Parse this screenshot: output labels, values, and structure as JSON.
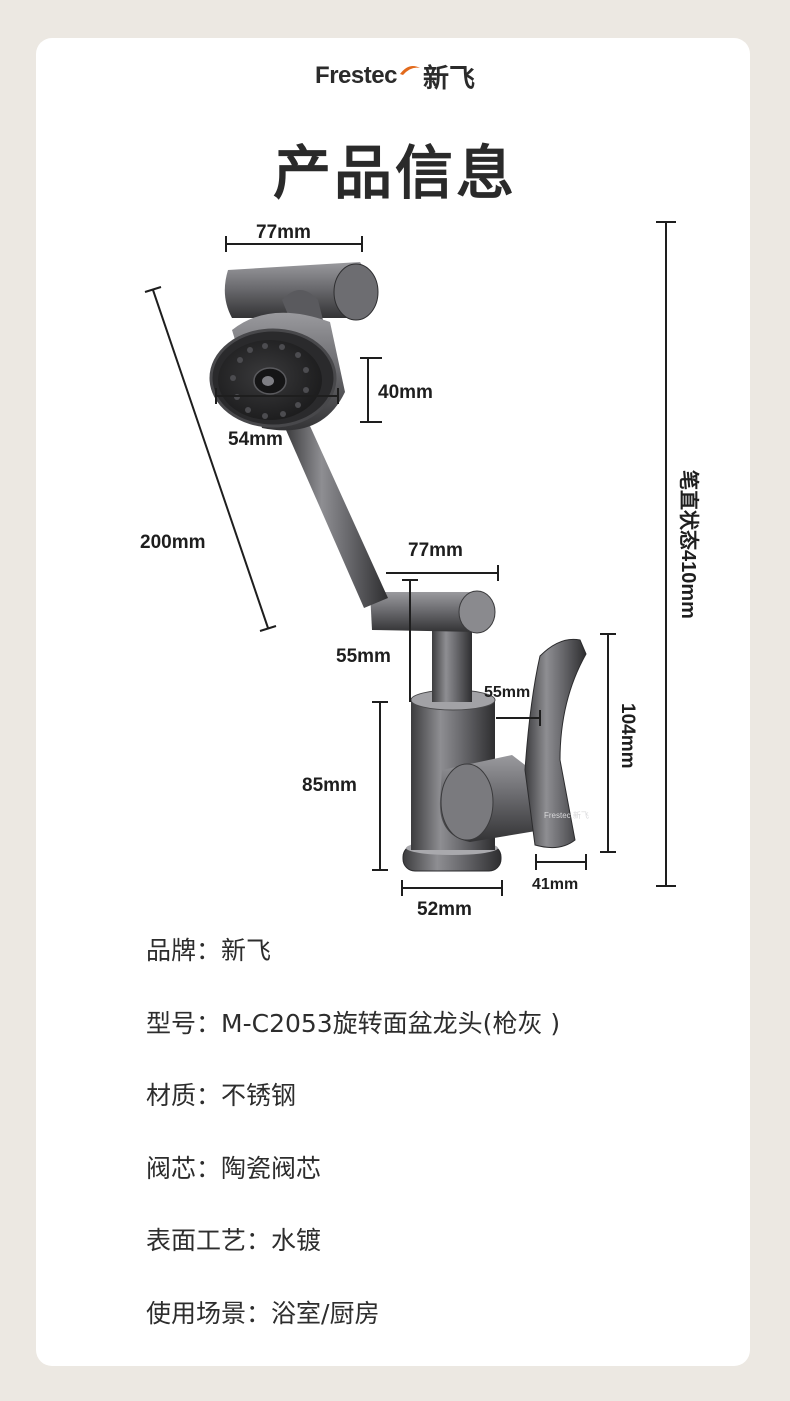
{
  "brand": {
    "logo_en": "Frestec",
    "logo_cn": "新飞",
    "accent": "#e26a1c"
  },
  "page_title": "产品信息",
  "dimensions": {
    "top_width": "77mm",
    "head_height": "40mm",
    "head_diameter": "54mm",
    "arm_length": "200mm",
    "mid_width": "77mm",
    "joint_height": "55mm",
    "side_offset": "55mm",
    "handle_height": "104mm",
    "body_height": "85mm",
    "handle_width": "41mm",
    "base_diameter": "52mm",
    "total_height": "笔直状态410mm"
  },
  "product_mark": "Frestec 新飞",
  "specs": [
    {
      "label": "品牌：",
      "value": "新飞"
    },
    {
      "label": "型号：",
      "value": "M-C2053旋转面盆龙头(枪灰 )"
    },
    {
      "label": "材质：",
      "value": "不锈钢"
    },
    {
      "label": "阀芯：",
      "value": "陶瓷阀芯"
    },
    {
      "label": "表面工艺：",
      "value": "水镀"
    },
    {
      "label": "使用场景：",
      "value": "浴室/厨房"
    }
  ]
}
